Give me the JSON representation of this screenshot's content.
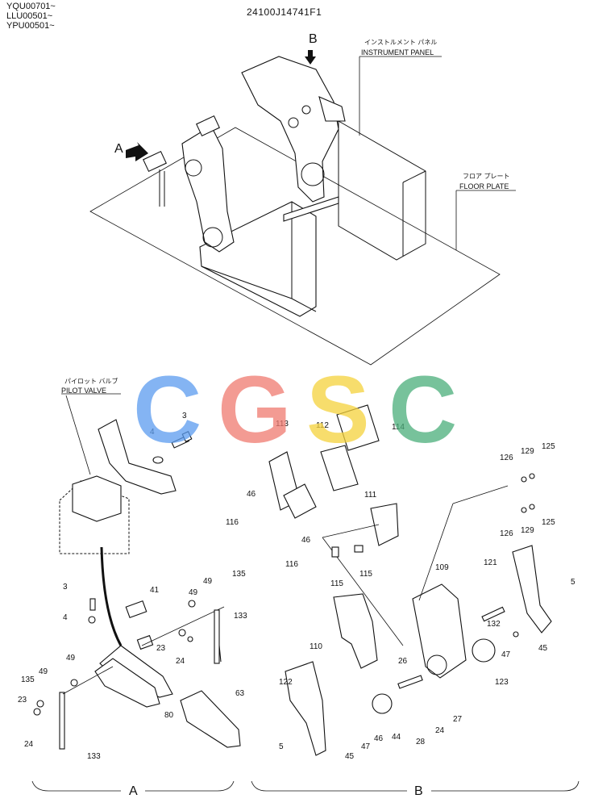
{
  "header": {
    "serials": [
      "YQU00701~",
      "LLU00501~",
      "YPU00501~"
    ],
    "drawing_code": "24100J14741F1"
  },
  "labels": {
    "instrument_panel_jp": "インストルメント パネル",
    "instrument_panel_en": "INSTRUMENT PANEL",
    "floor_plate_jp": "フロア プレート",
    "floor_plate_en": "FLOOR PLATE",
    "pilot_valve_jp": "パイロット バルブ",
    "pilot_valve_en": "PILOT VALVE"
  },
  "views": {
    "a": "A",
    "b": "B",
    "section_a": "A",
    "section_b": "B"
  },
  "watermark": {
    "letters": [
      "C",
      "G",
      "S",
      "C"
    ],
    "colors": [
      "#5b9cf0",
      "#f07a70",
      "#f5d23c",
      "#4aae7a"
    ]
  },
  "parts": [
    "113",
    "112",
    "114",
    "46",
    "116",
    "46",
    "116",
    "111",
    "115",
    "115",
    "110",
    "26",
    "122",
    "5",
    "45",
    "47",
    "46",
    "44",
    "28",
    "24",
    "27",
    "109",
    "132",
    "123",
    "126",
    "129",
    "125",
    "126",
    "129",
    "125",
    "121",
    "5",
    "47",
    "45",
    "3",
    "4",
    "3",
    "4",
    "41",
    "49",
    "135",
    "49",
    "133",
    "23",
    "24",
    "135",
    "49",
    "49",
    "23",
    "24",
    "133",
    "80",
    "63"
  ]
}
